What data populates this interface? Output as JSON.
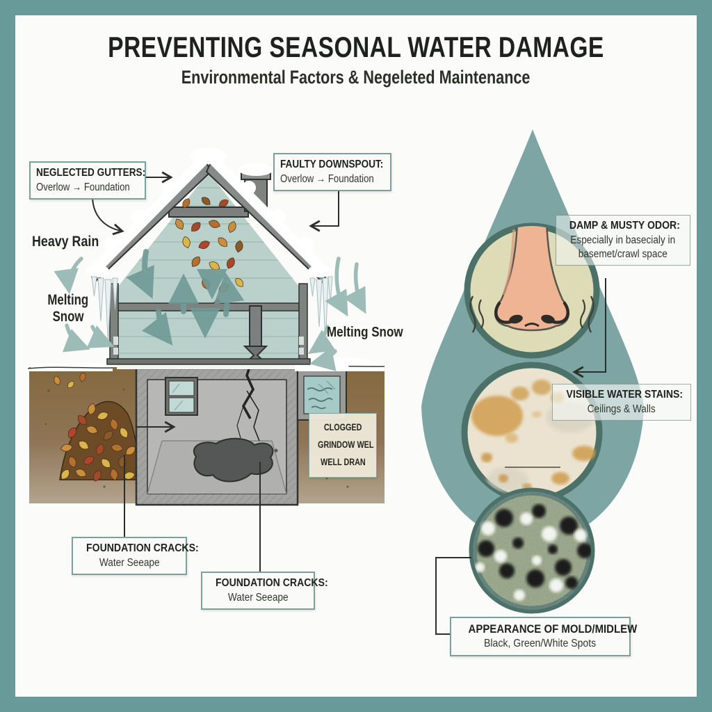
{
  "title": {
    "main": "PREVENTING SEASONAL WATER DAMAGE",
    "sub": "Environmental Factors & Negeleted Maintenance"
  },
  "house_section": {
    "neglected_gutters": {
      "heading": "NEGLECTED GUTTERS:",
      "detail": "Overlow → Foundation"
    },
    "faulty_downspout": {
      "heading": "FAULTY DOWNSPOUT:",
      "detail": "Overlow → Foundation"
    },
    "heavy_rain": "Heavy Rain",
    "melting_snow_left": {
      "line1": "Melting",
      "line2": "Snow"
    },
    "melting_snow_right": "Melting Snow",
    "clogged_window_well": {
      "line1": "CLOGGED",
      "line2": "GRINDOW WEL",
      "line3": "WELL DRAN"
    },
    "foundation_cracks_left": {
      "heading": "FOUNDATION CRACKS:",
      "detail": "Water Seeape"
    },
    "foundation_cracks_right": {
      "heading": "FOUNDATION CRACKS:",
      "detail": "Water Seeape"
    }
  },
  "drop_section": {
    "damp_musty_odor": {
      "heading": "DAMP & MUSTY ODOR:",
      "detail1": "Especially in basecialy in",
      "detail2": "basemet/crawl space"
    },
    "visible_water_stains": {
      "heading": "VISIBLE WATER STAINS:",
      "detail": "Ceilings & Walls"
    },
    "mold_mildew": {
      "heading": "APPEARANCE OF MOLD/MIDLEW",
      "detail": "Black, Green/White Spots"
    }
  },
  "icons": {
    "nose": "nose-smell-icon",
    "stains": "water-stains-icon",
    "mold": "mold-texture-icon"
  },
  "colors": {
    "frame": "#699a9a",
    "drop": "#7da5a4",
    "circle_ring": "#4b7169",
    "accent_teal": "#a4c0bd",
    "box_border": "#7ba09c",
    "text": "#1e211d"
  }
}
